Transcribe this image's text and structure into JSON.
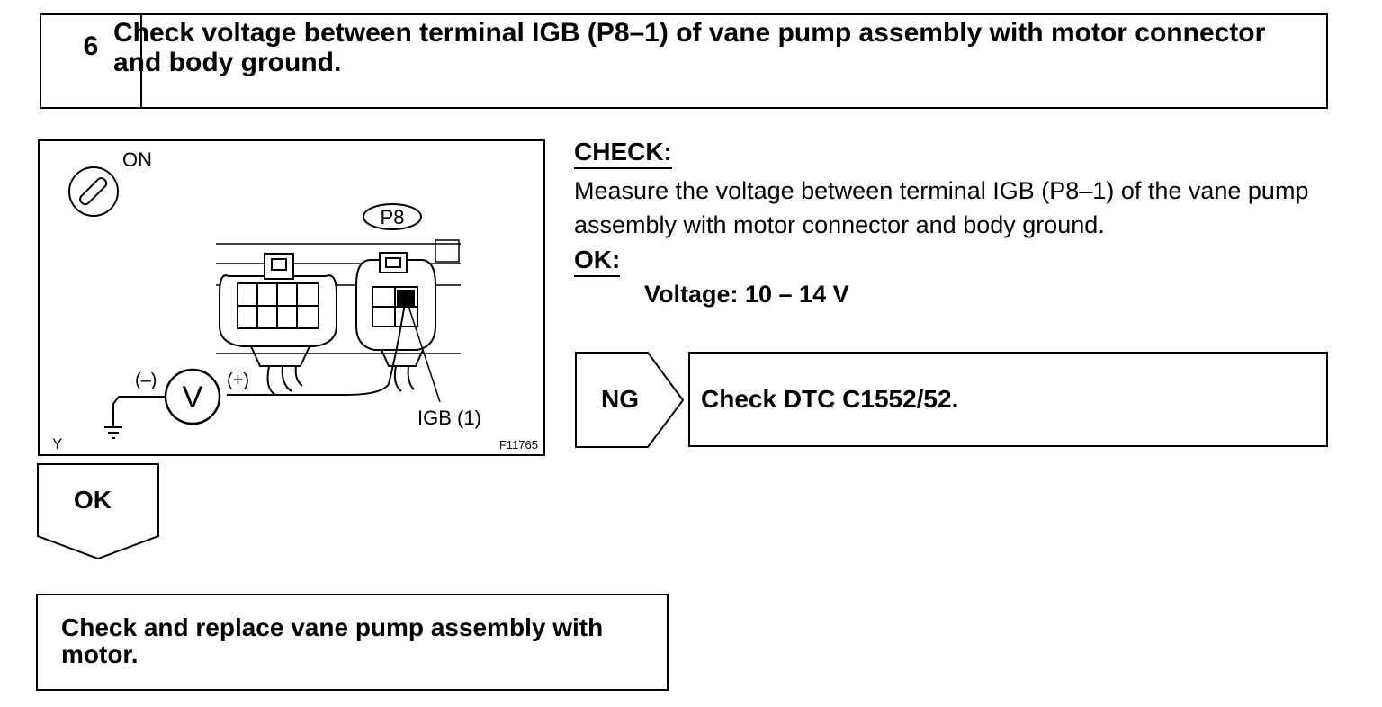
{
  "step": {
    "number": "6",
    "title": "Check voltage between terminal IGB (P8–1) of vane pump assembly with motor connector and body ground."
  },
  "figure": {
    "ignition_label": "ON",
    "connector_label": "P8",
    "terminal_label": "IGB (1)",
    "neg_label": "(–)",
    "pos_label": "(+)",
    "meter_label": "V",
    "wire_color": "Y",
    "figure_id": "F11765"
  },
  "check": {
    "heading": "CHECK:",
    "text": "Measure the voltage between terminal IGB (P8–1) of the vane pump assembly with motor connector and body ground.",
    "ok_heading": "OK:",
    "ok_spec": "Voltage: 10 – 14 V"
  },
  "ng": {
    "label": "NG",
    "action": "Check DTC C1552/52."
  },
  "ok": {
    "label": "OK"
  },
  "result": {
    "text": "Check and replace vane pump assembly with motor."
  }
}
